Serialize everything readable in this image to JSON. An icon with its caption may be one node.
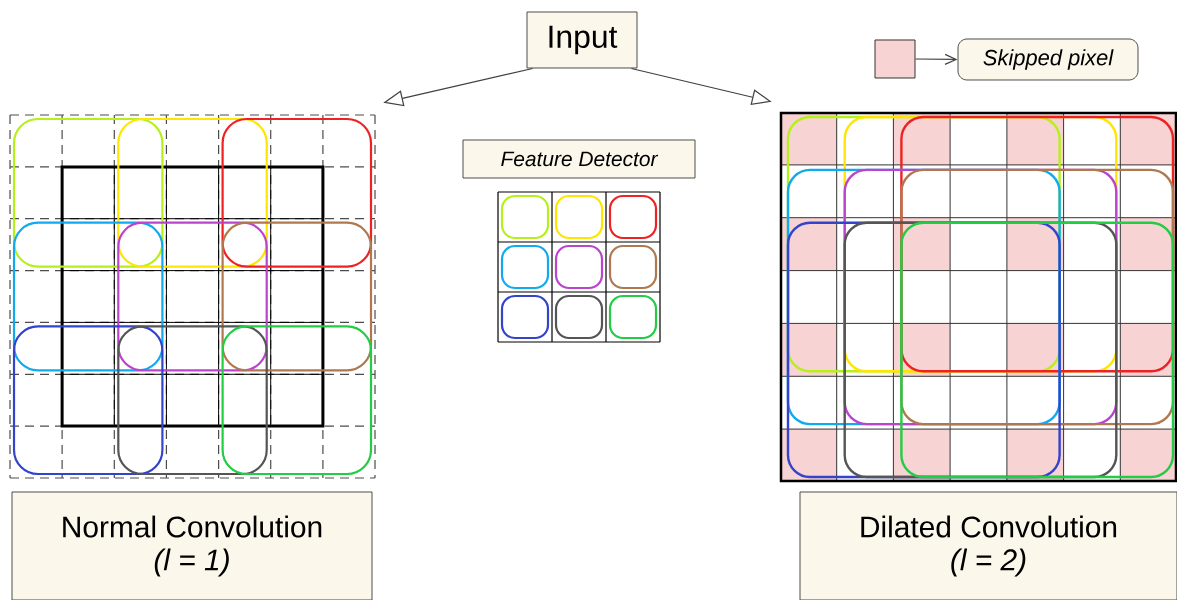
{
  "diagram": {
    "nodes": [
      {
        "text": [
          "Input"
        ]
      },
      {
        "text": [],
        "shape": "box"
      },
      {
        "text": [
          "Skipped pixel"
        ]
      },
      {
        "text": [],
        "shape": "picture"
      },
      {
        "text": [
          "Feature Detector"
        ]
      },
      {
        "text": [],
        "shape": "picture"
      },
      {
        "text": [
          "Normal Convolution",
          "(l = 1)"
        ]
      },
      {
        "text": [
          "Dilated Convolution",
          "(l = 2)"
        ]
      }
    ],
    "edges": [
      {
        "from": 0,
        "to": 3,
        "arrow": "to"
      },
      {
        "from": 0,
        "to": 5,
        "arrow": "to"
      },
      {
        "from": 1,
        "to": 2,
        "arrow": "to"
      }
    ]
  }
}
